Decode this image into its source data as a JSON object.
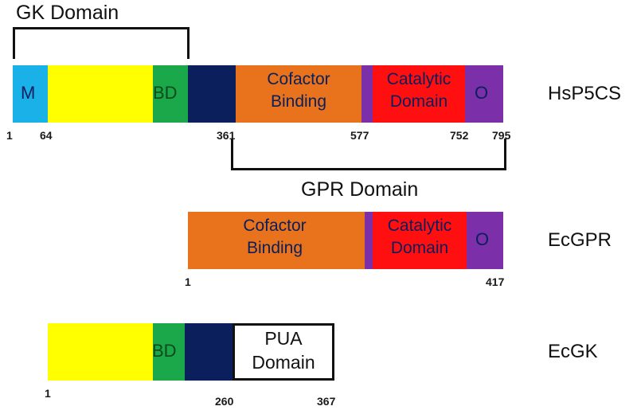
{
  "colors": {
    "m": "#1ab0e8",
    "gk": "#ffff00",
    "bd": "#1aa84a",
    "navy": "#0a1f5c",
    "cofactor": "#e8731c",
    "purple": "#7b2fa8",
    "catalytic": "#ff0f0f",
    "label_green": "#0e4a1a"
  },
  "gk_domain": {
    "title": "GK Domain"
  },
  "gpr_domain": {
    "title": "GPR Domain"
  },
  "hsp5cs": {
    "name": "HsP5CS",
    "m_label": "M",
    "bd_label": "BD",
    "cofactor_line1": "Cofactor",
    "cofactor_line2": "Binding",
    "catalytic_line1": "Catalytic",
    "catalytic_line2": "Domain",
    "o_label": "O",
    "positions": [
      "1",
      "64",
      "361",
      "577",
      "752",
      "795"
    ]
  },
  "ecgpr": {
    "name": "EcGPR",
    "cofactor_line1": "Cofactor",
    "cofactor_line2": "Binding",
    "catalytic_line1": "Catalytic",
    "catalytic_line2": "Domain",
    "o_label": "O",
    "positions": [
      "1",
      "417"
    ]
  },
  "ecgk": {
    "name": "EcGK",
    "bd_label": "BD",
    "pua_line1": "PUA",
    "pua_line2": "Domain",
    "positions": [
      "1",
      "260",
      "367"
    ]
  }
}
